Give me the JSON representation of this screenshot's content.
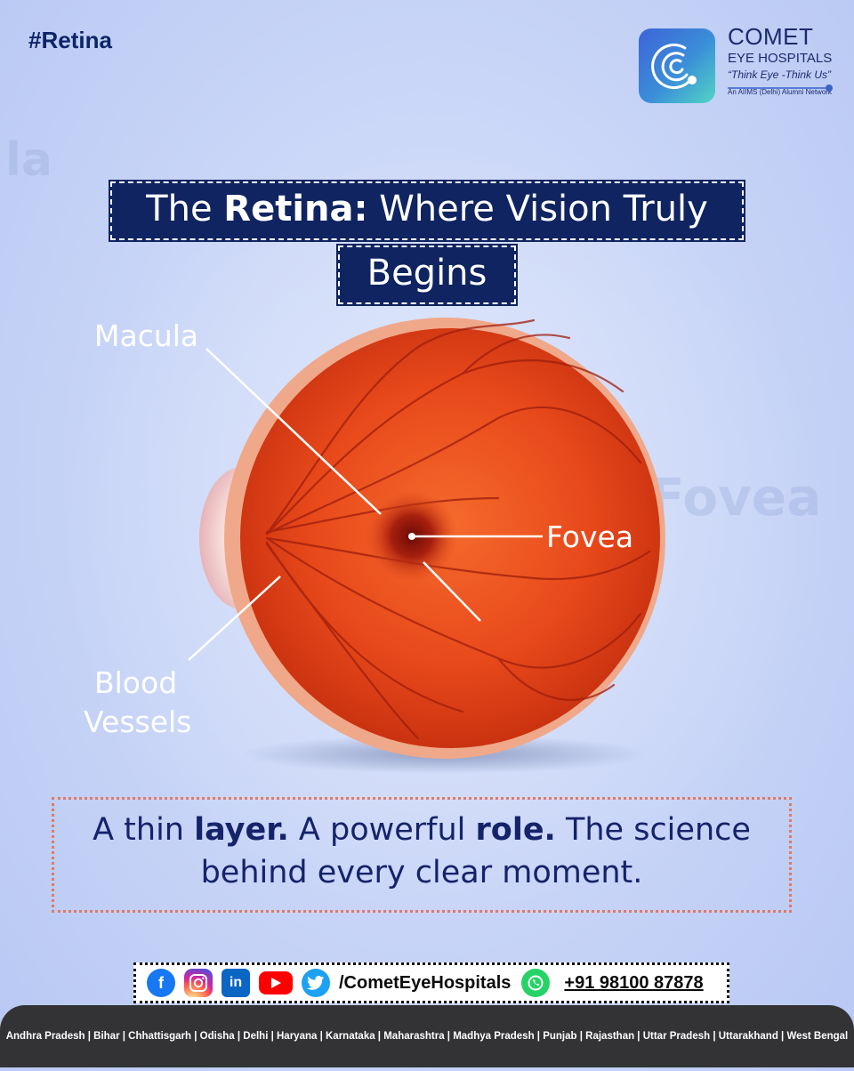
{
  "hashtag": "#Retina",
  "brand": {
    "name_line1": "COMET",
    "name_line2": "EYE HOSPITALS",
    "slogan": "“Think Eye -Think Us”",
    "network": "An AIIMS (Delhi) Alumni Network"
  },
  "title": {
    "part1": "The ",
    "bold": "Retina:",
    "part2": " Where Vision Truly",
    "line2": "Begins"
  },
  "labels": {
    "macula": "Macula",
    "fovea": "Fovea",
    "blood_line1": "Blood",
    "blood_line2": "Vessels"
  },
  "background_text": {
    "fovea": "Fovea",
    "macula_fragment": "la"
  },
  "tagline": {
    "t1": "A thin ",
    "b1": "layer.",
    "t2": " A powerful ",
    "b2": "role.",
    "t3": " The science",
    "line2": "behind every clear moment."
  },
  "social": {
    "facebook_glyph": "f",
    "linkedin_glyph": "in",
    "handle": "/CometEyeHospitals",
    "phone": "+91 98100 87878"
  },
  "footer": {
    "states": "Andhra Pradesh | Bihar | Chhattisgarh | Odisha | Delhi | Haryana | Karnataka | Maharashtra | Madhya Pradesh | Punjab | Rajasthan | Uttar Pradesh | Uttarakhand | West Bengal"
  },
  "colors": {
    "navy": "#0f2460",
    "retina": "#e2441a",
    "accent_border": "#e07a66"
  }
}
